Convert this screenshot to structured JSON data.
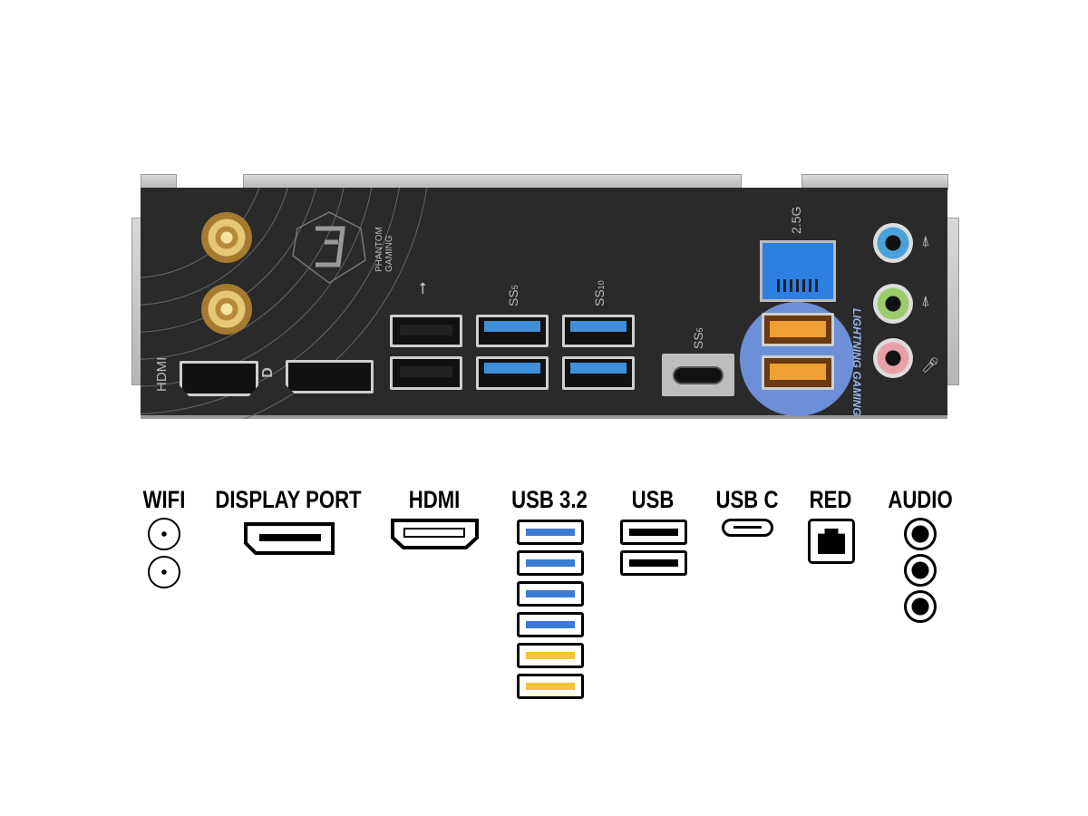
{
  "panel": {
    "hdmi_label": "HDMI",
    "dp_symbol": "D",
    "brand": "PHANTOM GAMING",
    "usb2_symbol": "usb-icon",
    "ss5_label": "SS",
    "ss5_num": "5",
    "ss10_label": "SS",
    "ss10_num": "10",
    "usbc_ss_label": "SS",
    "usbc_ss_num": "5",
    "lan_speed": "2.5G",
    "lightning": "LIGHTNING GAMING",
    "colors": {
      "usb3": "#3f8fd8",
      "lightning_usb": "#f0a030",
      "lan": "#2f7fe0",
      "audio_blue": "#4aa3d8",
      "audio_green": "#9ccc6a",
      "audio_pink": "#e8a0a8"
    }
  },
  "legend": {
    "wifi": "WIFI",
    "displayport": "DISPLAY PORT",
    "hdmi": "HDMI",
    "usb32": "USB 3.2",
    "usb": "USB",
    "usbc": "USB C",
    "red": "RED",
    "audio": "AUDIO",
    "usb32_colors": [
      "#3a7bd5",
      "#3a7bd5",
      "#3a7bd5",
      "#3a7bd5",
      "#f2c438",
      "#f2c438"
    ]
  }
}
